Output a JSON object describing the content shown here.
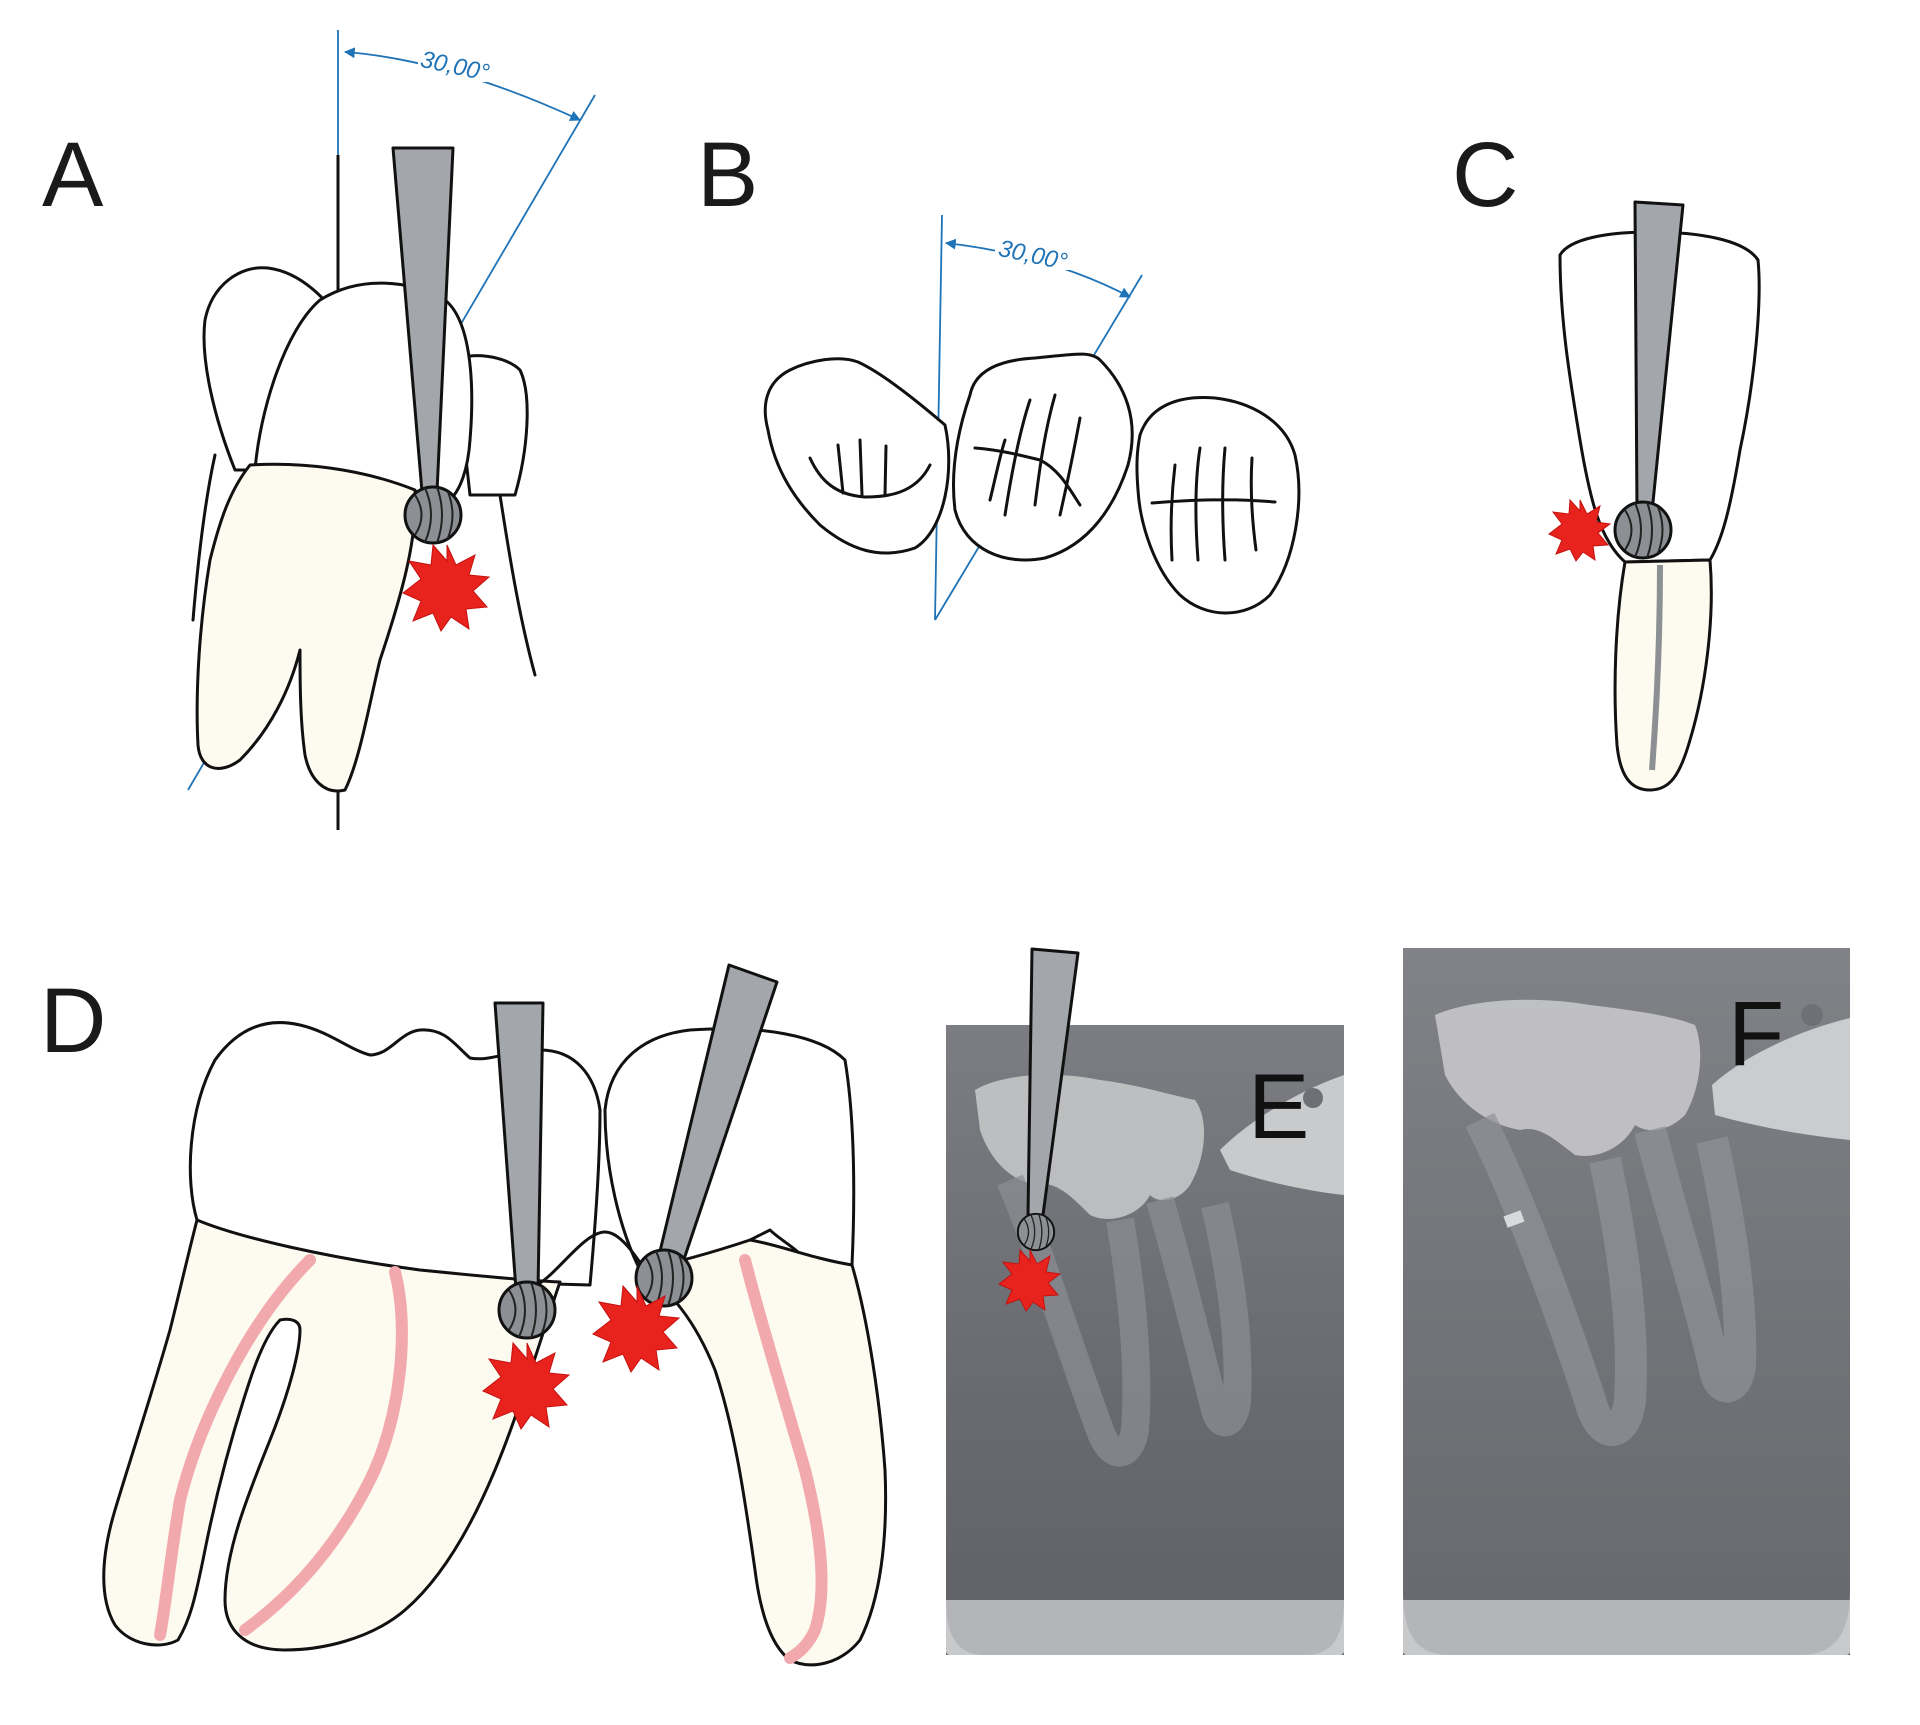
{
  "panels": {
    "a": "A",
    "b": "B",
    "c": "C",
    "d": "D",
    "e": "E",
    "f": "F"
  },
  "angle_labels": {
    "a": "30,00°",
    "b": "30,00°"
  },
  "colors": {
    "guide_line": "#1f73b7",
    "tooth_root": "#fdfaf0",
    "canal": "#f2a9ad",
    "bur": "#a3a6aa",
    "spark": "#e8231d",
    "radiograph_bg": "#6f7176"
  }
}
